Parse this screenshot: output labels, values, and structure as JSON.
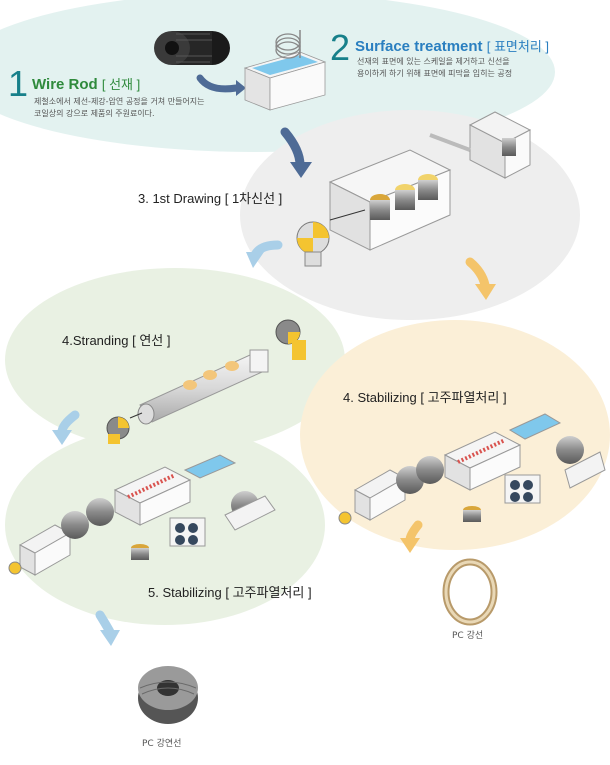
{
  "colors": {
    "teal_fill": "#e3f2f0",
    "green_fill": "#e9f1e3",
    "peach_fill": "#fbefd7",
    "grey_fill": "#eeeeee",
    "step_number": "#17808a",
    "title_green": "#2f8a3c",
    "title_blue": "#2a7fc0",
    "arrow_blue": "#a9cfe8",
    "arrow_navy": "#4e6b96",
    "arrow_orange": "#f4c46a"
  },
  "steps": {
    "wire_rod": {
      "number": "1",
      "title": "Wire Rod",
      "title_ko": "[ 선재 ]",
      "desc_line1": "제철소에서 제선-제강-압연 공정을 거쳐 만들어지는",
      "desc_line2": "코일상의 강으로 제품의 주원료이다."
    },
    "surface": {
      "number": "2",
      "title": "Surface treatment",
      "title_ko": "[ 표면처리 ]",
      "desc_line1": "선재의 표면에 있는 스케일을 제거하고 신선을",
      "desc_line2": "용이하게 하기 위해 표면에 피막을 입히는 공정"
    },
    "drawing": {
      "label": "3. 1st Drawing",
      "label_ko": "[ 1차신선 ]"
    },
    "stranding": {
      "label": "4.Stranding",
      "label_ko": "[ 연선 ]"
    },
    "stabilizing_4": {
      "label": "4. Stabilizing",
      "label_ko": "[ 고주파열처리 ]"
    },
    "stabilizing_5": {
      "label": "5. Stabilizing",
      "label_ko": "[ 고주파열처리 ]"
    }
  },
  "products": {
    "pc_wire": "PC 강선",
    "pc_strand": "PC 강연선"
  }
}
